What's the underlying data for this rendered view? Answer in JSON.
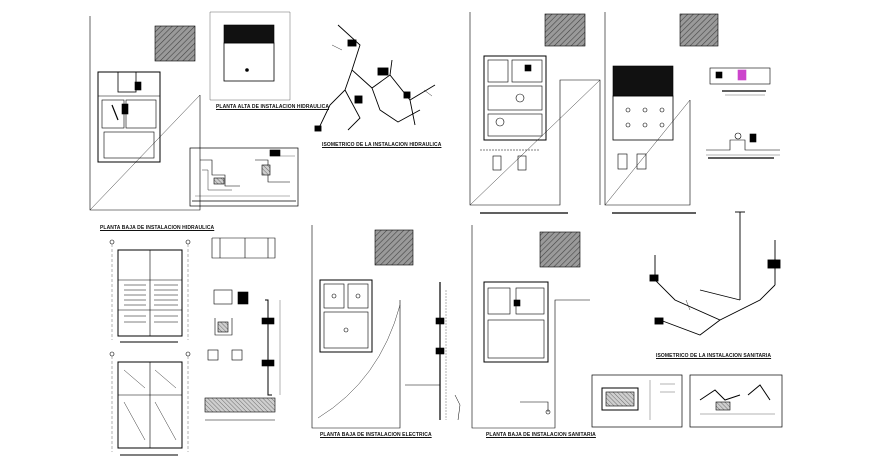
{
  "sheet": {
    "background": "#ffffff",
    "line_color": "#000000",
    "accent_color": "#cc44cc"
  },
  "labels": {
    "planta_alta_hidraulica": "PLANTA ALTA DE INSTALACION HIDRAULICA",
    "isometrico_hidraulica": "ISOMETRICO DE LA INSTALACION HIDRAULICA",
    "planta_baja_hidraulica": "PLANTA BAJA DE INSTALACION HIDRAULICA",
    "isometrico_sanitaria": "ISOMETRICO DE LA INSTALACION SANITARIA",
    "planta_baja_electrica": "PLANTA BAJA DE INSTALACION ELECTRICA",
    "planta_baja_sanitaria": "PLANTA BAJA DE INSTALACION SANITARIA"
  }
}
